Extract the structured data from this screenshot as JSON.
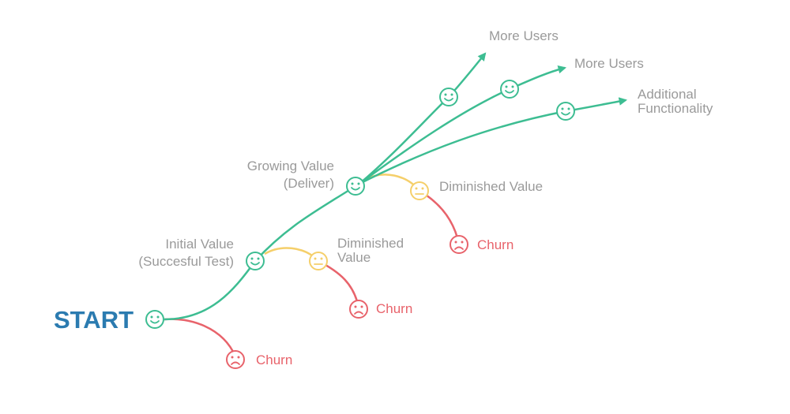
{
  "colors": {
    "growth": "#3dbd92",
    "neutral": "#f5cf6a",
    "churn": "#e8636b",
    "label": "#9a9a9a",
    "start": "#2b7bb0"
  },
  "labels": {
    "start": "START",
    "initial_value_line1": "Initial Value",
    "initial_value_line2": "(Succesful Test)",
    "growing_value_line1": "Growing Value",
    "growing_value_line2": "(Deliver)",
    "diminished_value_1_line1": "Diminished",
    "diminished_value_1_line2": "Value",
    "diminished_value_2": "Diminished Value",
    "churn_1": "Churn",
    "churn_2": "Churn",
    "churn_3": "Churn",
    "more_users_1": "More Users",
    "more_users_2": "More Users",
    "additional_functionality_line1": "Additional",
    "additional_functionality_line2": "Functionality"
  },
  "icons": {
    "happy": "happy-face-icon",
    "neutral": "neutral-face-icon",
    "sad": "sad-face-icon"
  }
}
